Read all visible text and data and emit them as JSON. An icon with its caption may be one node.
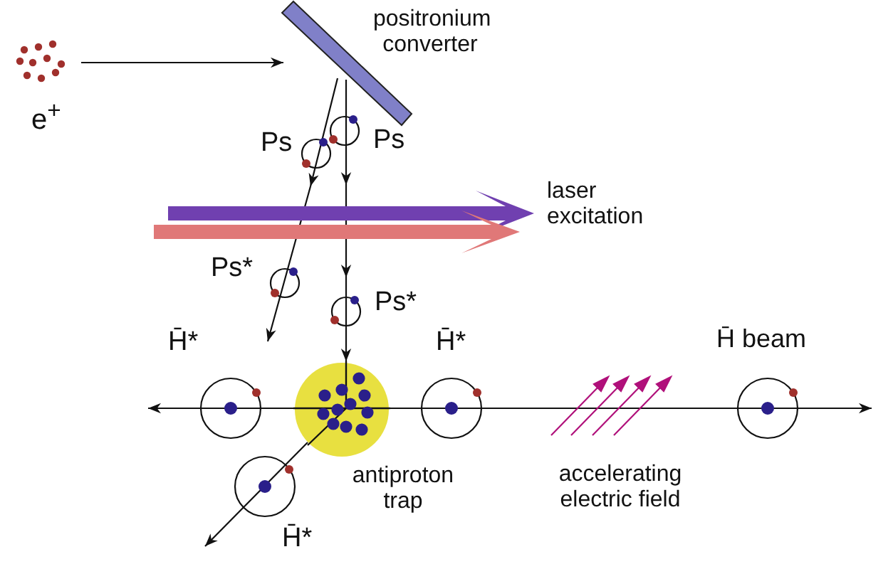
{
  "diagram": {
    "nodes": [
      {
        "text": [],
        "shape": "picture",
        "beside": [
          "e$^{+}$"
        ]
      },
      {
        "text": [],
        "shape": "bar",
        "beside": [
          "positronium converter"
        ]
      },
      {
        "text": [],
        "shape": "circle",
        "beside": [
          "antiproton trap"
        ]
      }
    ],
    "edges": [
      {
        "from": 0,
        "to": 1,
        "arrow": "to"
      },
      {
        "from": 1,
        "to": null,
        "arrow": "to"
      },
      {
        "from": 1,
        "to": 2,
        "arrow": "to"
      },
      {
        "from": 2,
        "to": null,
        "arrow": "to"
      },
      {
        "from": 2,
        "to": null,
        "arrow": "to"
      },
      {
        "from": 2,
        "to": null,
        "arrow": "to"
      }
    ],
    "labels": [
      "Ps",
      "Ps",
      "laser excitation",
      "Ps*",
      "Ps*",
      "H̄*",
      "H̄*",
      "H̄ beam",
      "accelerating electric field",
      "H̄*"
    ]
  }
}
